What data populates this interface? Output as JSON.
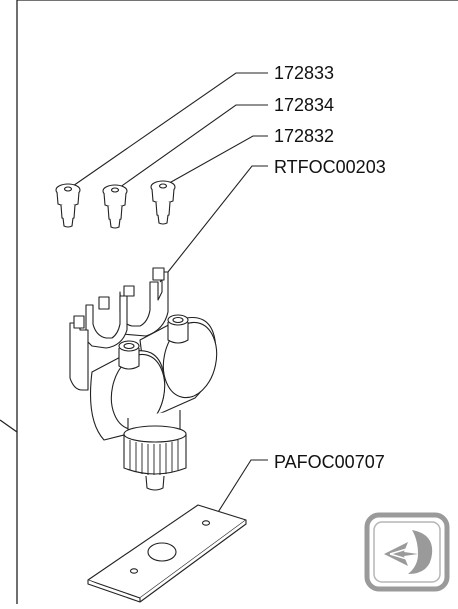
{
  "diagram": {
    "part_numbers": [
      "172833",
      "172834",
      "172832",
      "RTFOC00203",
      "PAFOC00707"
    ]
  },
  "logo": {
    "icon": "flow-swirl-logo-icon",
    "color": "#9a9a9a"
  }
}
